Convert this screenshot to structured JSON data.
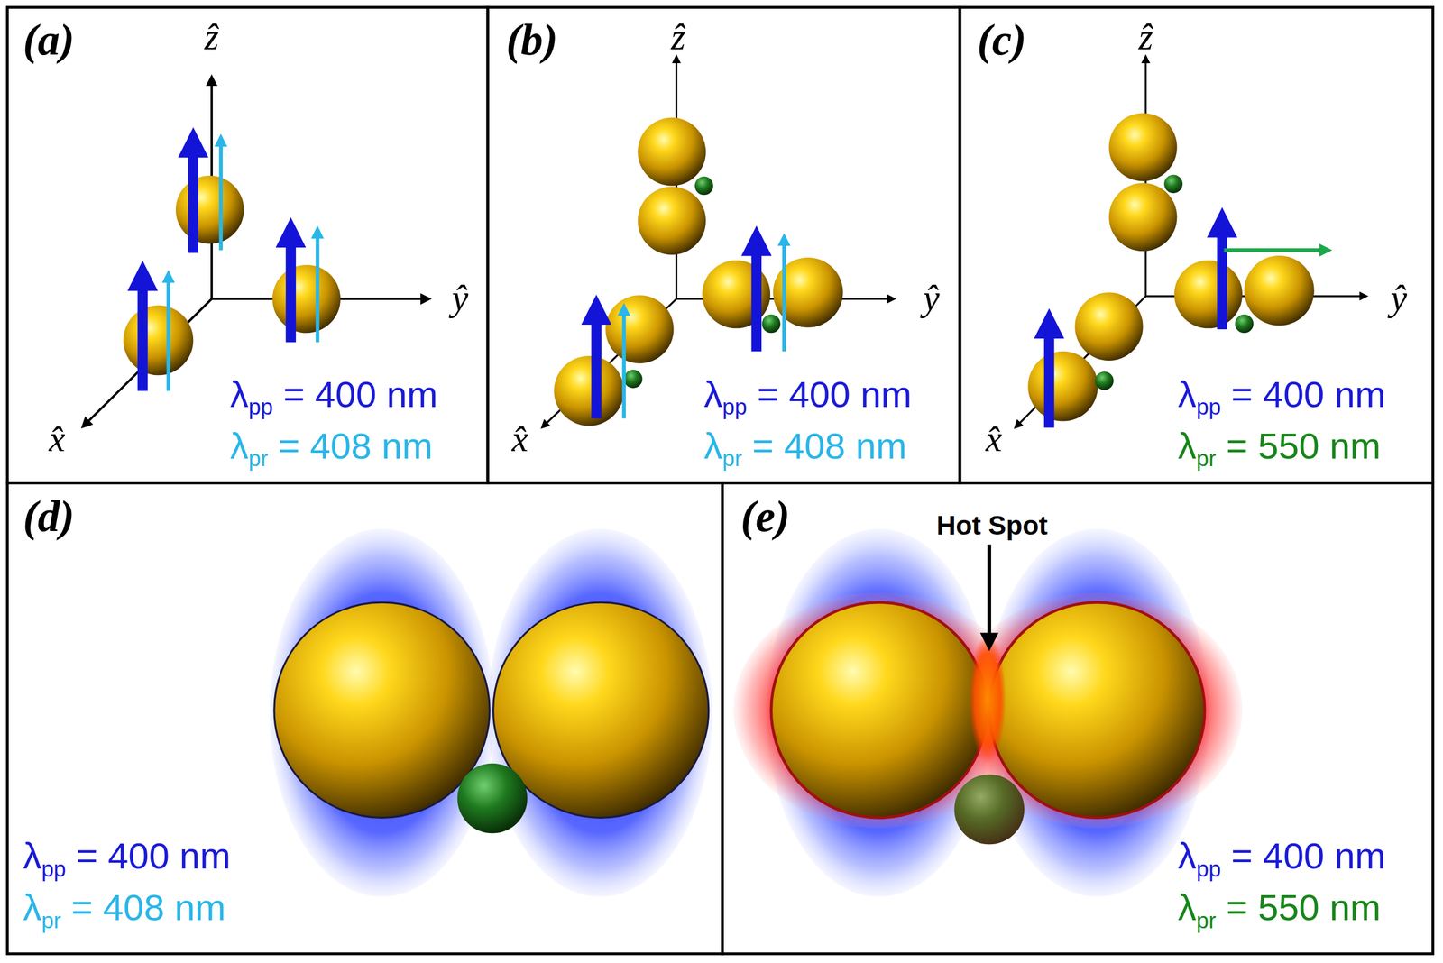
{
  "diagram": {
    "labels": [
      "(a)",
      "ẑ",
      "ŷ",
      "x̂",
      "λpp = 400 nm",
      "λpr = 408 nm",
      "(b)",
      "ẑ",
      "ŷ",
      "x̂",
      "λpp = 400 nm",
      "λpr = 408 nm",
      "(c)",
      "ẑ",
      "ŷ",
      "x̂",
      "λpp = 400 nm",
      "λpr = 550 nm",
      "(d)",
      "λpp = 400 nm",
      "λpr = 408 nm",
      "(e)",
      "Hot Spot",
      "λpp = 400 nm",
      "λpr = 550 nm"
    ]
  }
}
